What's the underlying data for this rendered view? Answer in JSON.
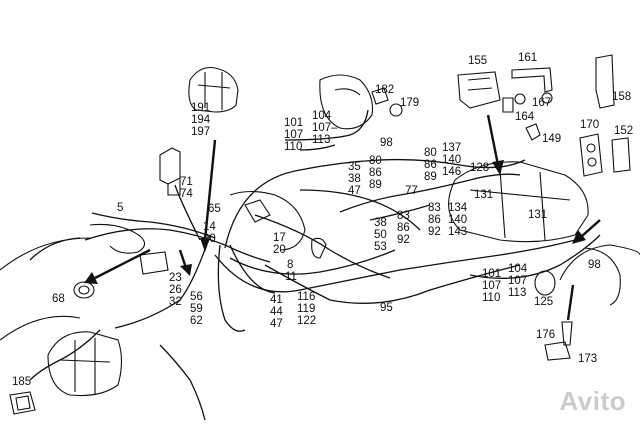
{
  "labels": {
    "l191": "191",
    "l194": "194",
    "l197": "197",
    "l71": "71",
    "l74": "74",
    "l5": "5",
    "l65": "65",
    "l14": "14",
    "l20a": "20",
    "l23": "23",
    "l26": "26",
    "l32": "32",
    "l56": "56",
    "l59": "59",
    "l62": "62",
    "l17": "17",
    "l20b": "20",
    "l8": "8",
    "l11": "11",
    "l41": "41",
    "l44": "44",
    "l47a": "47",
    "l116": "116",
    "l119": "119",
    "l122": "122",
    "l68": "68",
    "l185": "185",
    "l101a": "101",
    "l107a": "107",
    "l110a": "110",
    "l104a": "104",
    "l107b": "107–",
    "l113a": "113",
    "l182": "182",
    "l179": "179",
    "l98a": "98",
    "l35": "35",
    "l38a": "38",
    "l47b": "47",
    "l80a": "80",
    "l86a": "86",
    "l89a": "89",
    "l83a": "83",
    "l86b": "86",
    "l92a": "92",
    "l38b": "38",
    "l50": "50",
    "l53": "53",
    "l77": "77",
    "l80b": "80",
    "l86c": "86",
    "l89b": "89",
    "l137": "137",
    "l140a": "140",
    "l146": "146",
    "l128": "128",
    "l83b": "83",
    "l86d": "86",
    "l92b": "92",
    "l134": "134",
    "l140b": "140",
    "l143": "143",
    "l131a": "131",
    "l131b": "131",
    "l155": "155",
    "l161": "161",
    "l167": "167",
    "l164": "164",
    "l158": "158",
    "l149": "149",
    "l170": "170",
    "l152": "152",
    "l95": "95",
    "l101b": "101",
    "l107c": "107",
    "l110b": "110",
    "l104b": "104",
    "l107d": "107",
    "l113b": "113",
    "l98b": "98",
    "l125": "125",
    "l176": "176",
    "l173": "173"
  },
  "watermark": "Avito"
}
